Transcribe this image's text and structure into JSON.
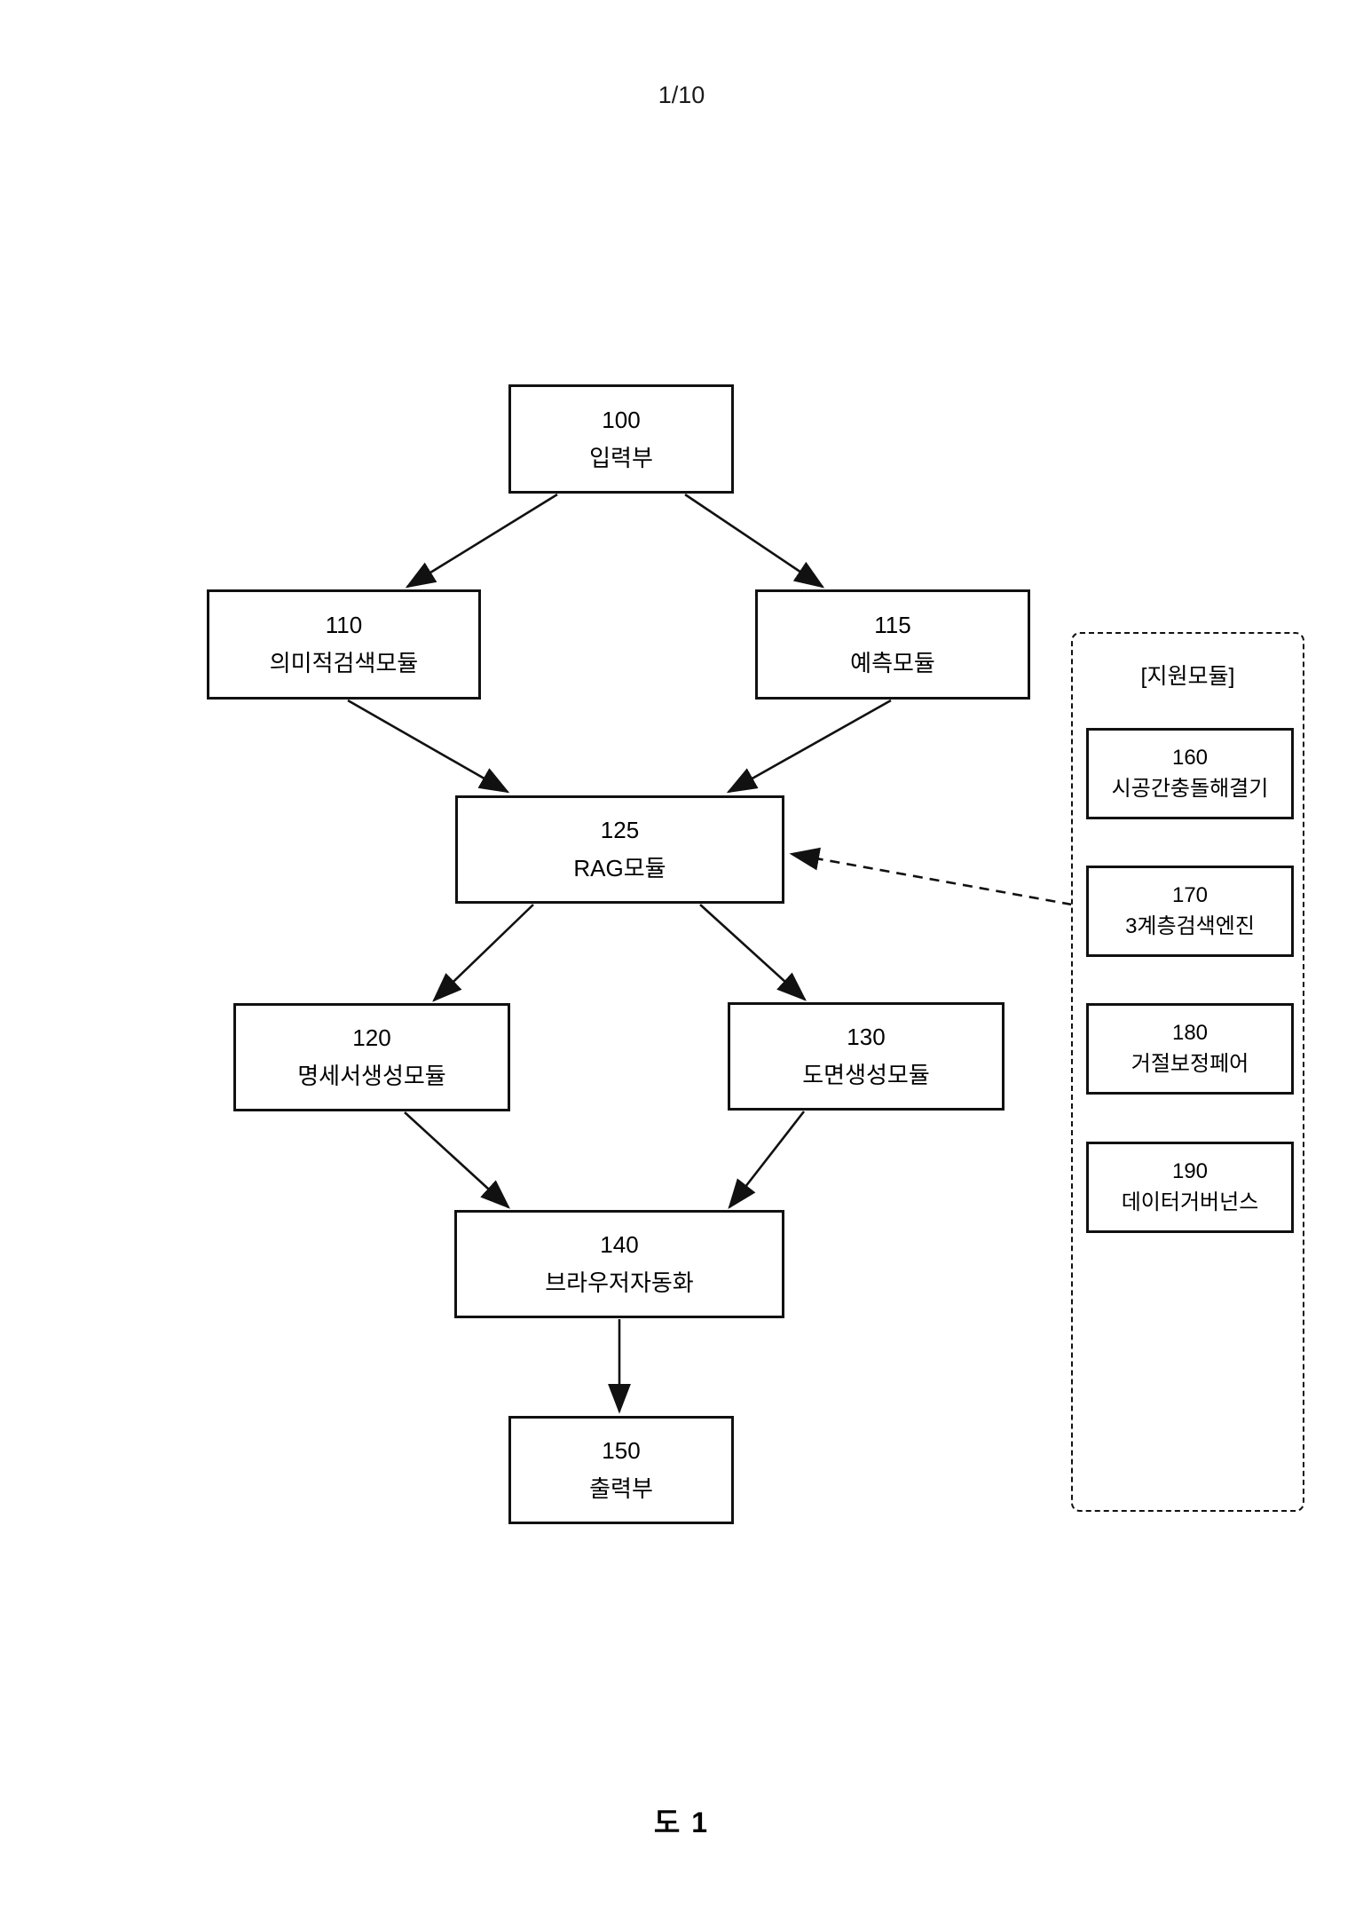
{
  "page": {
    "page_number": "1/10",
    "figure_caption": "도 1"
  },
  "colors": {
    "ink": "#111111",
    "background": "#ffffff"
  },
  "diagram": {
    "nodes": [
      {
        "id": "100",
        "number": "100",
        "label": "입력부"
      },
      {
        "id": "110",
        "number": "110",
        "label": "의미적검색모듈"
      },
      {
        "id": "115",
        "number": "115",
        "label": "예측모듈"
      },
      {
        "id": "125",
        "number": "125",
        "label": "RAG모듈"
      },
      {
        "id": "120",
        "number": "120",
        "label": "명세서생성모듈"
      },
      {
        "id": "130",
        "number": "130",
        "label": "도면생성모듈"
      },
      {
        "id": "140",
        "number": "140",
        "label": "브라우저자동화"
      },
      {
        "id": "150",
        "number": "150",
        "label": "출력부"
      }
    ],
    "support_panel": {
      "title": "[지원모듈]",
      "nodes": [
        {
          "id": "160",
          "number": "160",
          "label": "시공간충돌해결기"
        },
        {
          "id": "170",
          "number": "170",
          "label": "3계층검색엔진"
        },
        {
          "id": "180",
          "number": "180",
          "label": "거절보정페어"
        },
        {
          "id": "190",
          "number": "190",
          "label": "데이터거버넌스"
        }
      ]
    },
    "edges": [
      {
        "from": "100",
        "to": "110",
        "style": "solid"
      },
      {
        "from": "100",
        "to": "115",
        "style": "solid"
      },
      {
        "from": "110",
        "to": "125",
        "style": "solid"
      },
      {
        "from": "115",
        "to": "125",
        "style": "solid"
      },
      {
        "from": "125",
        "to": "120",
        "style": "solid"
      },
      {
        "from": "125",
        "to": "130",
        "style": "solid"
      },
      {
        "from": "120",
        "to": "140",
        "style": "solid"
      },
      {
        "from": "130",
        "to": "140",
        "style": "solid"
      },
      {
        "from": "140",
        "to": "150",
        "style": "solid"
      },
      {
        "from": "support_panel",
        "to": "125",
        "style": "dashed"
      }
    ]
  }
}
